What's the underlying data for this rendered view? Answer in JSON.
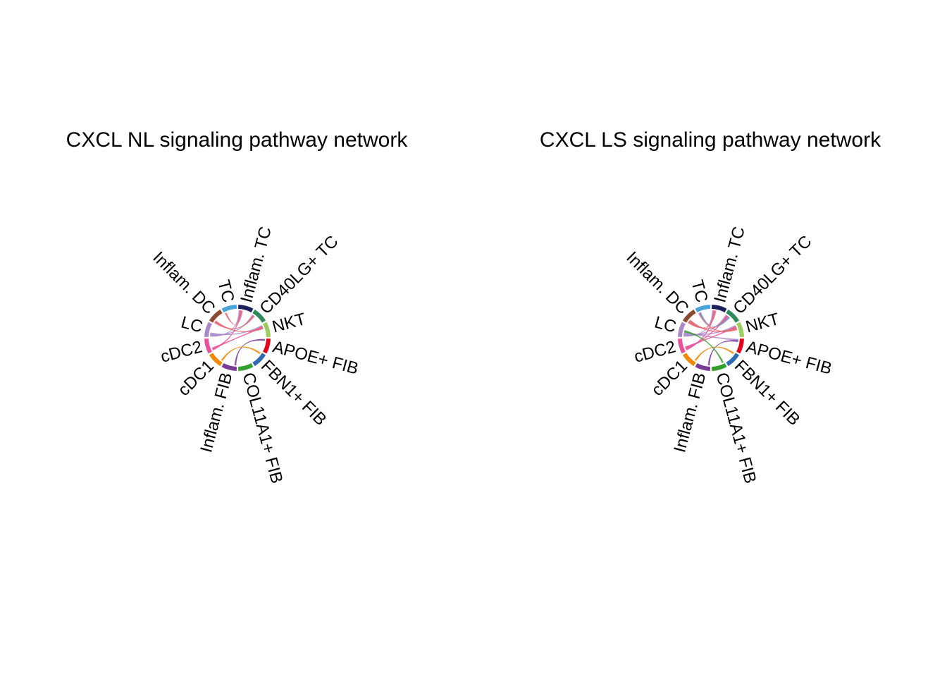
{
  "panels": [
    {
      "title": "CXCL NL signaling pathway network",
      "sectors": [
        {
          "label": "Inflam. TC",
          "color": "#1B1F5E"
        },
        {
          "label": "CD40LG+ TC",
          "color": "#2E8B57"
        },
        {
          "label": "NKT",
          "color": "#9ACD5C"
        },
        {
          "label": "APOE+ FIB",
          "color": "#E3001B"
        },
        {
          "label": "FBN1+ FIB",
          "color": "#2E6DB4"
        },
        {
          "label": "COL11A1+ FIB",
          "color": "#34A02C"
        },
        {
          "label": "Inflam. FIB",
          "color": "#7A3A96"
        },
        {
          "label": "cDC1",
          "color": "#F08A0A"
        },
        {
          "label": "cDC2",
          "color": "#E7549A"
        },
        {
          "label": "LC",
          "color": "#A889C8"
        },
        {
          "label": "Inflam. DC",
          "color": "#8B4A2B"
        },
        {
          "label": "TC",
          "color": "#4AA3DC"
        }
      ],
      "links": [
        {
          "from": "LC",
          "to": "Inflam. TC",
          "color": "#A889C8"
        },
        {
          "from": "LC",
          "to": "CD40LG+ TC",
          "color": "#A889C8"
        },
        {
          "from": "LC",
          "to": "NKT",
          "color": "#A889C8"
        },
        {
          "from": "cDC2",
          "to": "Inflam. TC",
          "color": "#E7549A"
        },
        {
          "from": "cDC2",
          "to": "NKT",
          "color": "#E7549A"
        },
        {
          "from": "Inflam. DC",
          "to": "CD40LG+ TC",
          "color": "#E8646E"
        },
        {
          "from": "Inflam. DC",
          "to": "NKT",
          "color": "#E8646E"
        },
        {
          "from": "TC",
          "to": "Inflam. TC",
          "color": "#E8646E"
        },
        {
          "from": "Inflam. FIB",
          "to": "APOE+ FIB",
          "color": "#7A3A96"
        },
        {
          "from": "cDC1",
          "to": "FBN1+ FIB",
          "color": "#F08A0A"
        }
      ]
    },
    {
      "title": "CXCL LS signaling pathway network",
      "sectors": [
        {
          "label": "Inflam. TC",
          "color": "#1B1F5E"
        },
        {
          "label": "CD40LG+ TC",
          "color": "#2E8B57"
        },
        {
          "label": "NKT",
          "color": "#9ACD5C"
        },
        {
          "label": "APOE+ FIB",
          "color": "#E3001B"
        },
        {
          "label": "FBN1+ FIB",
          "color": "#2E6DB4"
        },
        {
          "label": "COL11A1+ FIB",
          "color": "#34A02C"
        },
        {
          "label": "Inflam. FIB",
          "color": "#7A3A96"
        },
        {
          "label": "cDC1",
          "color": "#F08A0A"
        },
        {
          "label": "cDC2",
          "color": "#E7549A"
        },
        {
          "label": "LC",
          "color": "#A889C8"
        },
        {
          "label": "Inflam. DC",
          "color": "#8B4A2B"
        },
        {
          "label": "TC",
          "color": "#4AA3DC"
        }
      ],
      "links": [
        {
          "from": "LC",
          "to": "Inflam. TC",
          "color": "#A889C8"
        },
        {
          "from": "LC",
          "to": "CD40LG+ TC",
          "color": "#A889C8"
        },
        {
          "from": "LC",
          "to": "NKT",
          "color": "#A889C8"
        },
        {
          "from": "LC",
          "to": "APOE+ FIB",
          "color": "#A889C8"
        },
        {
          "from": "cDC2",
          "to": "Inflam. TC",
          "color": "#E7549A"
        },
        {
          "from": "cDC2",
          "to": "CD40LG+ TC",
          "color": "#E7549A"
        },
        {
          "from": "cDC2",
          "to": "NKT",
          "color": "#E7549A"
        },
        {
          "from": "Inflam. DC",
          "to": "Inflam. TC",
          "color": "#E8646E"
        },
        {
          "from": "Inflam. DC",
          "to": "CD40LG+ TC",
          "color": "#E8646E"
        },
        {
          "from": "Inflam. DC",
          "to": "NKT",
          "color": "#E8646E"
        },
        {
          "from": "TC",
          "to": "NKT",
          "color": "#E8646E"
        },
        {
          "from": "TC",
          "to": "CD40LG+ TC",
          "color": "#6B8FD6"
        },
        {
          "from": "Inflam. FIB",
          "to": "APOE+ FIB",
          "color": "#7A3A96"
        },
        {
          "from": "cDC1",
          "to": "FBN1+ FIB",
          "color": "#F08A0A"
        },
        {
          "from": "COL11A1+ FIB",
          "to": "LC",
          "color": "#34A02C"
        }
      ]
    }
  ]
}
